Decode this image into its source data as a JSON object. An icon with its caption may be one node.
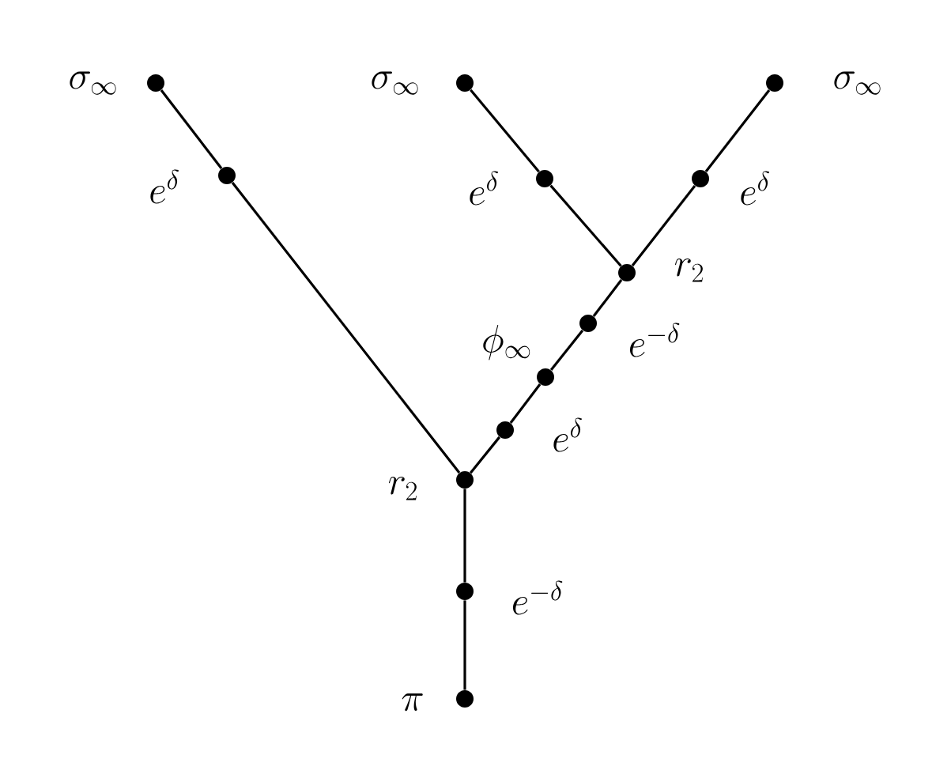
{
  "diagram": {
    "nodes": [
      {
        "text": [],
        "shape": "circle",
        "beside": [
          "\\sigma_\\infty"
        ]
      },
      {
        "text": [],
        "shape": "circle",
        "beside": [
          "e^\\delta"
        ]
      },
      {
        "text": [],
        "shape": "circle",
        "beside": [
          "\\sigma_\\infty"
        ]
      },
      {
        "text": [],
        "shape": "circle",
        "beside": [
          "e^\\delta"
        ]
      },
      {
        "text": [],
        "shape": "circle",
        "beside": [
          "\\sigma_\\infty"
        ]
      },
      {
        "text": [],
        "shape": "circle",
        "beside": [
          "e^\\delta"
        ]
      },
      {
        "text": [],
        "shape": "circle",
        "beside": [
          "r_2"
        ]
      },
      {
        "text": [],
        "shape": "circle",
        "beside": [
          "e^{-\\delta}"
        ]
      },
      {
        "text": [],
        "shape": "circle",
        "beside": [
          "\\phi_\\infty"
        ]
      },
      {
        "text": [],
        "shape": "circle",
        "beside": [
          "e^\\delta"
        ]
      },
      {
        "text": [],
        "shape": "circle",
        "beside": [
          "r_2"
        ]
      },
      {
        "text": [],
        "shape": "circle",
        "beside": [
          "e^{-\\delta}"
        ]
      },
      {
        "text": [],
        "shape": "circle",
        "beside": [
          "\\pi"
        ]
      }
    ],
    "edges": [
      {
        "from": 0,
        "to": 1,
        "arrow": "none"
      },
      {
        "from": 1,
        "to": 10,
        "arrow": "none"
      },
      {
        "from": 2,
        "to": 3,
        "arrow": "none"
      },
      {
        "from": 3,
        "to": 6,
        "arrow": "none"
      },
      {
        "from": 4,
        "to": 5,
        "arrow": "none"
      },
      {
        "from": 5,
        "to": 6,
        "arrow": "none"
      },
      {
        "from": 6,
        "to": 7,
        "arrow": "none"
      },
      {
        "from": 7,
        "to": 8,
        "arrow": "none"
      },
      {
        "from": 8,
        "to": 9,
        "arrow": "none"
      },
      {
        "from": 9,
        "to": 10,
        "arrow": "none"
      },
      {
        "from": 10,
        "to": 11,
        "arrow": "none"
      },
      {
        "from": 11,
        "to": 12,
        "arrow": "none"
      }
    ]
  }
}
